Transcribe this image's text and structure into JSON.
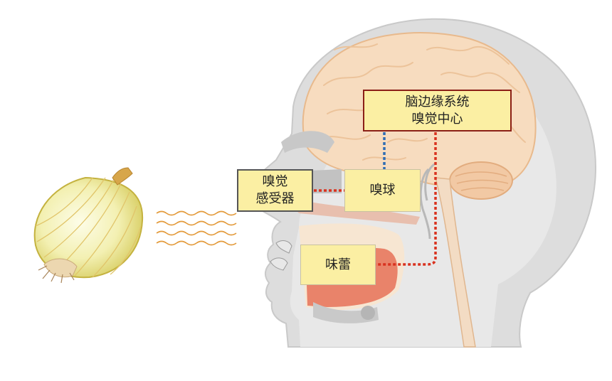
{
  "labels": {
    "limbic_line1": "脑边缘系统",
    "limbic_line2": "嗅觉中心",
    "receptor_line1": "嗅觉",
    "receptor_line2": "感受器",
    "olfactory_bulb": "嗅球",
    "taste_buds": "味蕾"
  },
  "colors": {
    "box_fill": "#fbefa3",
    "limbic_border": "#8b1f17",
    "connector_red": "#d9321f",
    "connector_blue": "#2f6db3",
    "head_gray": "#dcdcdc",
    "brain": "#f7d9b8",
    "onion": "#f3efb4",
    "odor_waves": "#e39a3a"
  }
}
